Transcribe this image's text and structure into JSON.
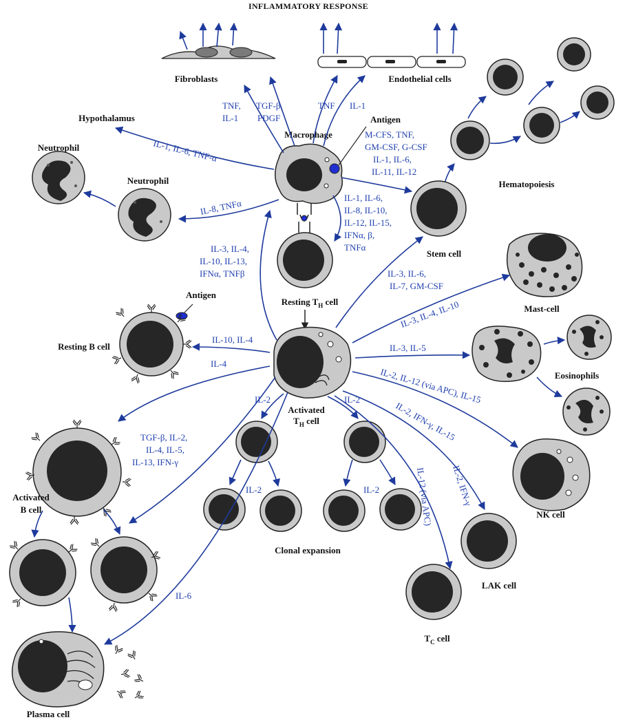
{
  "title": "INFLAMMATORY RESPONSE",
  "colors": {
    "arrow": "#1e3a9c",
    "cytokine_text": "#1f3fae",
    "cell_fill": "#c9c9c9",
    "nucleus_fill": "#262626",
    "antigen": "#1f2fd0"
  },
  "cells": {
    "fibroblasts": "Fibroblasts",
    "endothelial": "Endothelial cells",
    "hypothalamus": "Hypothalamus",
    "neutrophil_1": "Neutrophil",
    "neutrophil_2": "Neutrophil",
    "macrophage": "Macrophage",
    "antigen_macrophage": "Antigen",
    "hematopoiesis": "Hematopoiesis",
    "stem_cell": "Stem cell",
    "resting_th": {
      "main": "Resting T",
      "sub": "H",
      "tail": " cell"
    },
    "mast_cell": "Mast-cell",
    "antigen_b": "Antigen",
    "resting_b": "Resting B cell",
    "activated_th": {
      "line1": "Activated",
      "main": "T",
      "sub": "H",
      "tail": " cell"
    },
    "eosinophils": "Eosinophils",
    "activated_b": {
      "line1": "Activated",
      "line2": "B cell"
    },
    "nk_cell": "NK cell",
    "clonal_expansion": "Clonal expansion",
    "lak_cell": "LAK cell",
    "tc_cell": {
      "main": "T",
      "sub": "C",
      "tail": " cell"
    },
    "plasma_cell": "Plasma cell"
  },
  "cytokines": {
    "fib_1": [
      "TNF,",
      "IL-1"
    ],
    "fib_2": [
      "TGF-β,",
      "PDGF"
    ],
    "endo_1": "TNF",
    "endo_2": "IL-1",
    "hypothalamus": "IL-1, IL-6, TNF-α",
    "neutrophil": "IL-8, TNFα",
    "stem_from_macrophage": [
      "M-CFS, TNF,",
      "GM-CSF, G-CSF",
      "IL-1, IL-6,",
      "IL-11, IL-12"
    ],
    "macrophage_to_th": [
      "IL-1, IL-6,",
      "IL-8, IL-10,",
      "IL-12, IL-15,",
      "IFNα, β,",
      "TNFα"
    ],
    "th_to_macrophage": [
      "IL-3, IL-4,",
      "IL-10, IL-13,",
      "IFNα, TNFβ"
    ],
    "stem_from_th": [
      "IL-3, IL-6,",
      "IL-7, GM-CSF"
    ],
    "mast": "IL-3, IL-4, IL-10",
    "resting_b": "IL-10, IL-4",
    "b_il4": "IL-4",
    "eos": "IL-3, IL-5",
    "nk": "IL-2, IL-12 (via APC), IL-15",
    "lak": "IL-2, IFN-γ, IL-15",
    "activated_b": [
      "TGF-β, IL-2,",
      "IL-4, IL-5,",
      "IL-13, IFN-γ"
    ],
    "il2_left": "IL-2",
    "il2_right": "IL-2",
    "il2_clone_left": "IL-2",
    "il2_clone_right": "IL-2",
    "tc_1": "IL-12 (via APC)",
    "tc_2": "IL-2, IFN-γ",
    "il6": "IL-6"
  }
}
